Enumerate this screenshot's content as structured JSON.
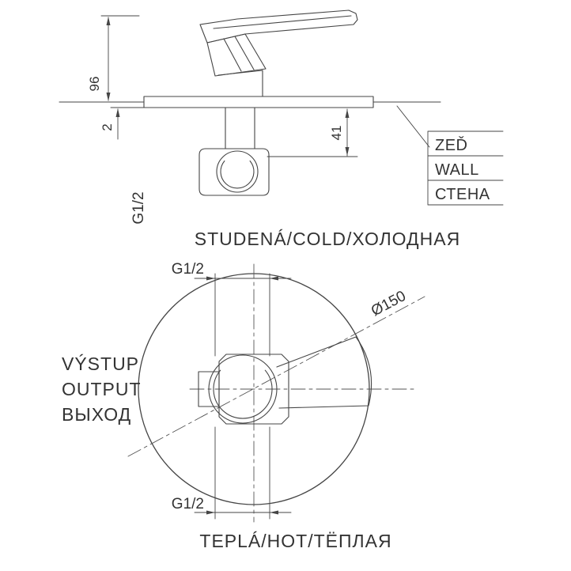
{
  "page": {
    "background": "#ffffff",
    "line_color": "#454545",
    "text_color": "#333333"
  },
  "side_view": {
    "dims": {
      "height": "96",
      "plate": "2",
      "depth": "41"
    },
    "thread_label": "G1/2",
    "wall_labels": [
      "ZEĎ",
      "WALL",
      "СТЕНА"
    ]
  },
  "front_view": {
    "cold_title": "STUDENÁ/COLD/ХОЛОДНАЯ",
    "hot_title": "TEPLÁ/HOT/ТЁПЛАЯ",
    "output_labels": [
      "VÝSTUP",
      "OUTPUT",
      "ВЫХОД"
    ],
    "diameter": "Ø150",
    "thread_top": "G1/2",
    "thread_bottom": "G1/2"
  }
}
